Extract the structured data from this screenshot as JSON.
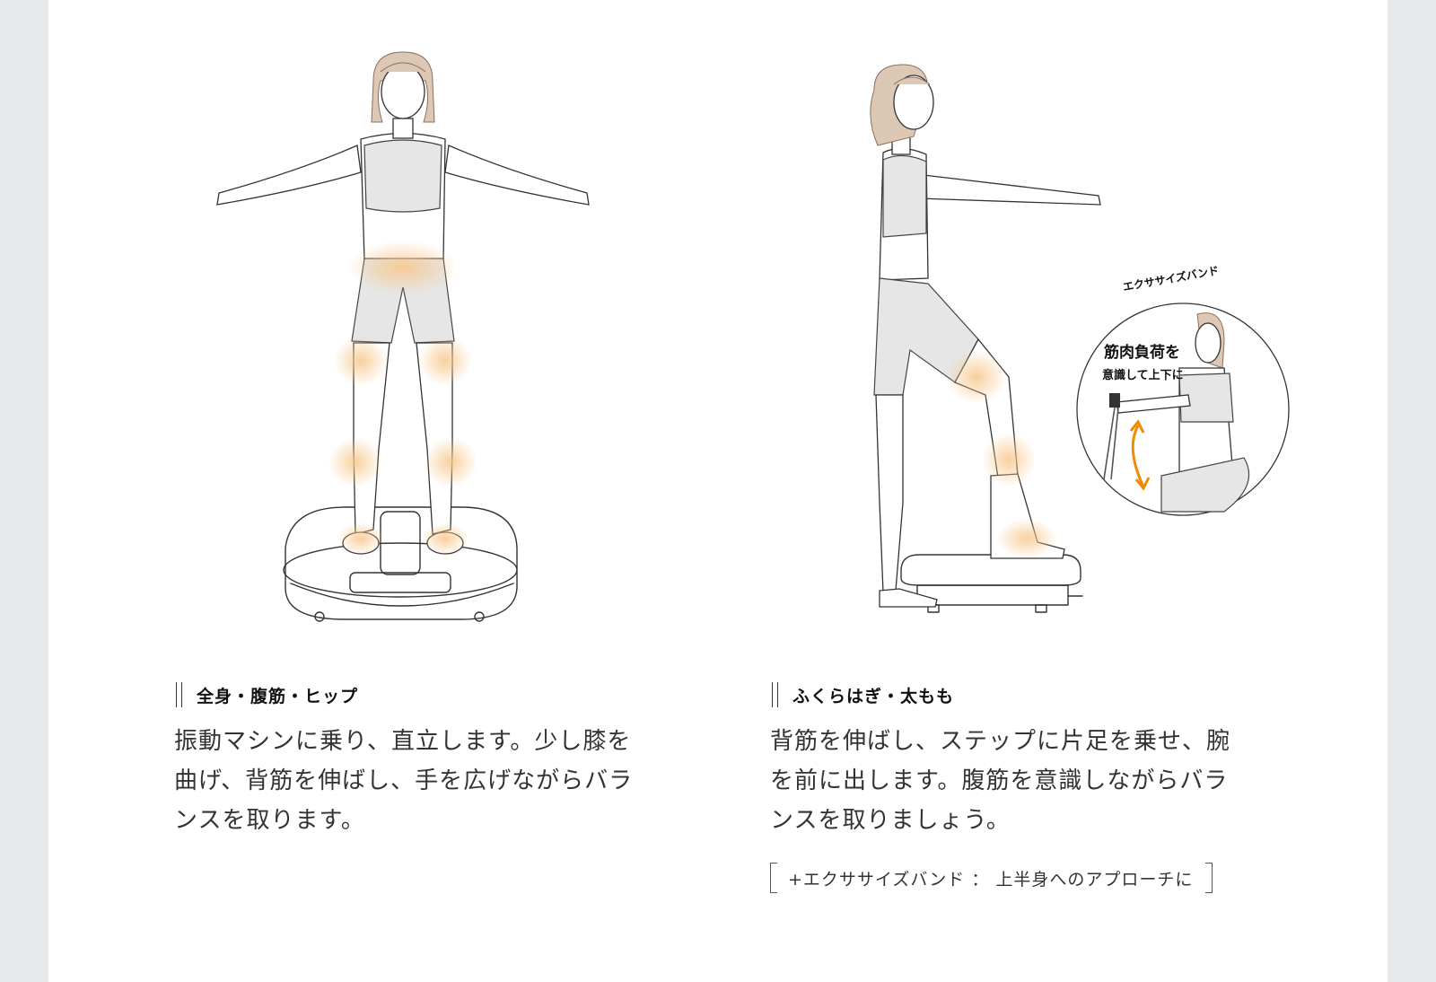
{
  "left": {
    "heading": "全身・腹筋・ヒップ",
    "description": "振動マシンに乗り、直立します。少し膝を曲げ、背筋を伸ばし、手を広げながらバランスを取ります。"
  },
  "right": {
    "heading": "ふくらはぎ・太もも",
    "description": "背筋を伸ばし、ステップに片足を乗せ、腕を前に出します。腹筋を意識しながらバランスを取りましょう。",
    "note": "+エクササイズバンド ： 上半身へのアプローチに",
    "inset": {
      "arc_label": "エクササイズバンド",
      "caption_line1": "筋肉負荷を",
      "caption_line2": "意識して上下に"
    }
  },
  "colors": {
    "background": "#e6e9ec",
    "panel": "#ffffff",
    "glow": "#f7c78a",
    "arrow": "#f08a00"
  }
}
